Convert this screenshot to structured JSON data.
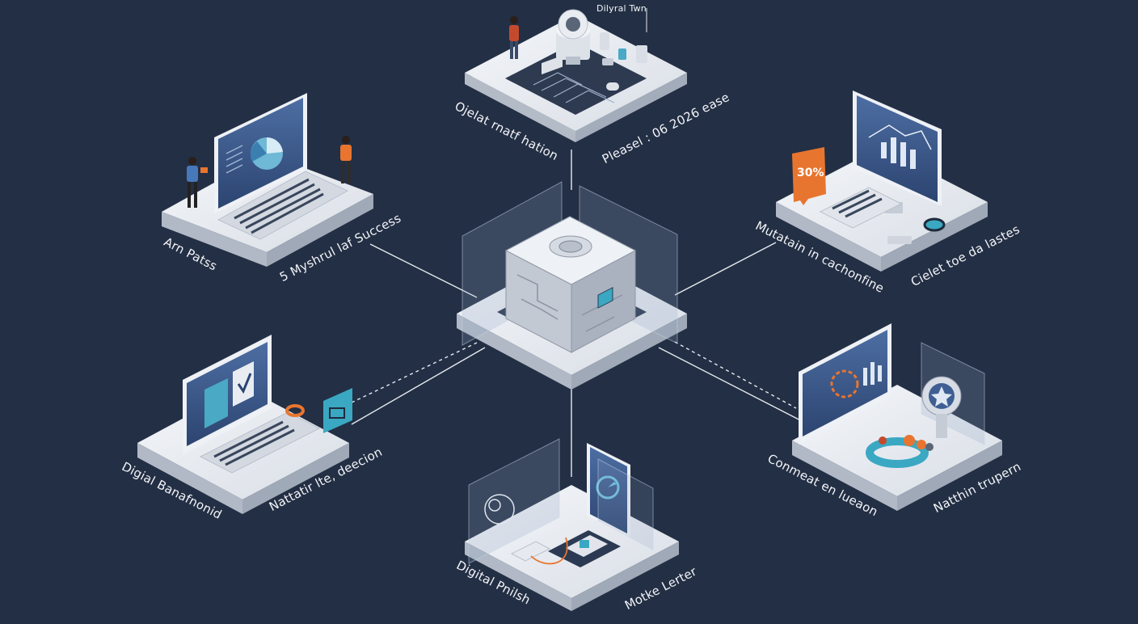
{
  "diagram": {
    "labels": {
      "top_left": "Ojelat rnatf hation",
      "top_right": "Pleasel : 06 2026 ease",
      "top_tag": "Dilyral Twn",
      "ul_left": "Arn Patss",
      "ul_right": "5 Myshrul laf Success",
      "ur_left": "Mutatain in cachonfine",
      "ur_right": "Cielet toe da lastes",
      "ll_left": "Digial Banafnonid",
      "ll_right": "Nattatir lte, deecion",
      "lr_left": "Conmeat en lueaon",
      "lr_right": "Natthin trupern",
      "b_left": "Digital Pnilsh",
      "b_right": "Motke Lerter",
      "ur_badge": "30%"
    },
    "colors": {
      "background": "#232f44",
      "platform": "#e8ebf0",
      "screen": "#3f5f93",
      "accent_orange": "#e8752f",
      "accent_teal": "#3aa8c2"
    }
  }
}
